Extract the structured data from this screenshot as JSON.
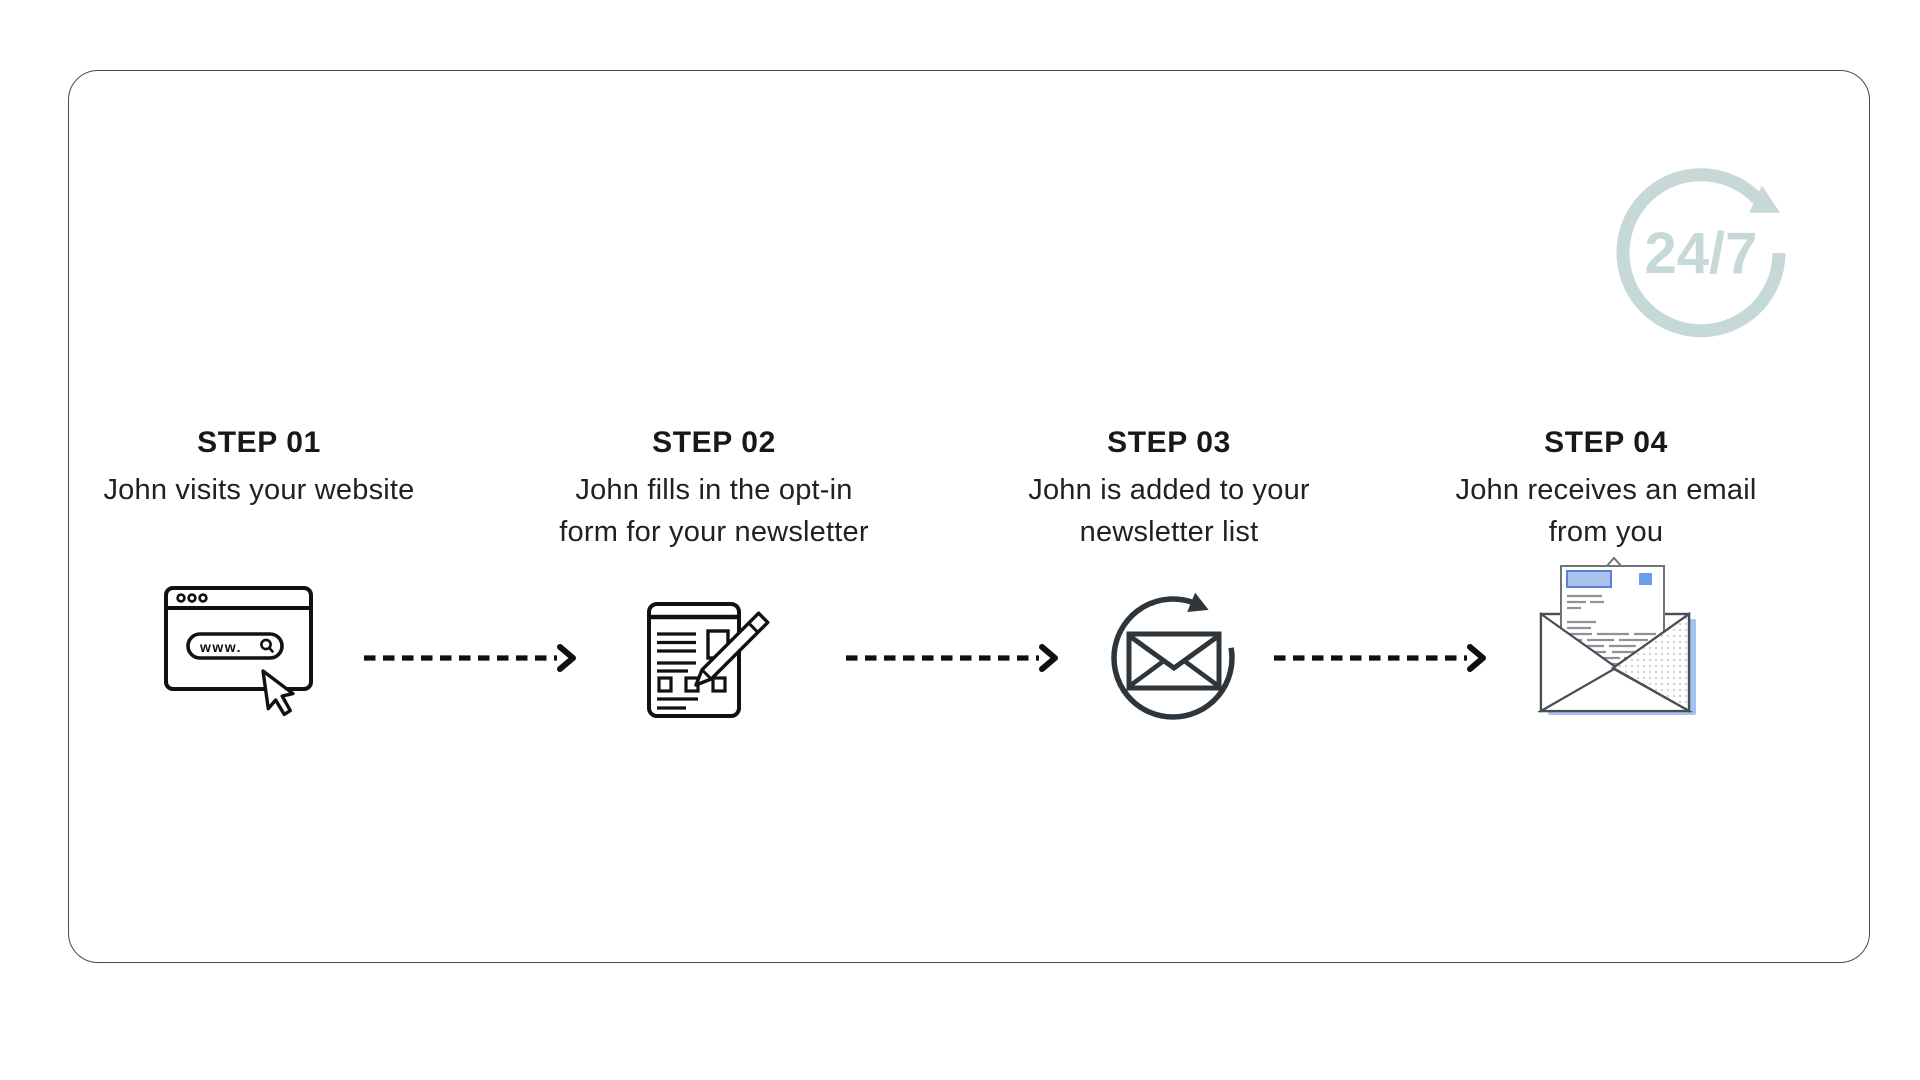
{
  "badge": {
    "label": "24/7"
  },
  "browser": {
    "address_text": "www."
  },
  "steps": [
    {
      "title": "STEP 01",
      "description": "John visits your website"
    },
    {
      "title": "STEP 02",
      "description": "John fills in the opt-in\nform for your newsletter"
    },
    {
      "title": "STEP 03",
      "description": "John is added to your\nnewsletter list"
    },
    {
      "title": "STEP 04",
      "description": "John receives an email\nfrom you"
    }
  ],
  "colors": {
    "accent_teal": "#c6d9d8",
    "icon_black": "#111111",
    "icon_charcoal": "#2e353b",
    "letter_blue": "#6d9bf0",
    "letter_header_blue": "#a9c2ee",
    "shadow_blue": "#a5c3f1"
  }
}
